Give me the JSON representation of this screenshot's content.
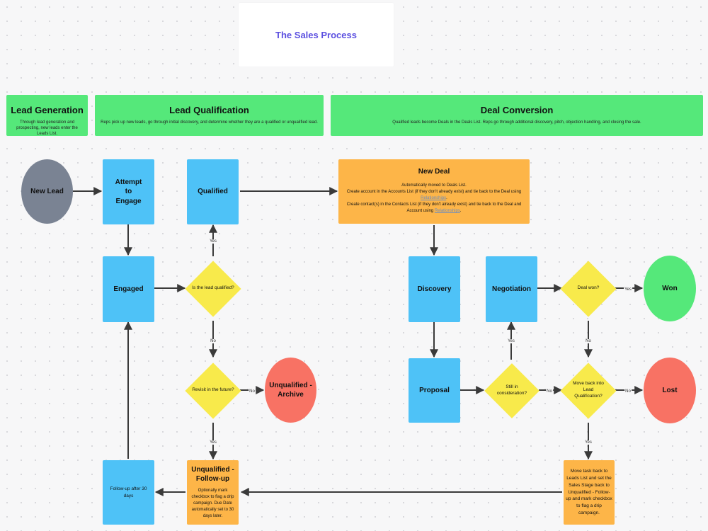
{
  "title": "The Sales Process",
  "sections": {
    "lead_generation": {
      "title": "Lead Generation",
      "description": "Through lead generation and prospecting, new leads enter the Leads List."
    },
    "lead_qualification": {
      "title": "Lead Qualification",
      "description": "Reps pick up new leads, go through initial discovery, and determine whether they are a qualified or unqualified lead."
    },
    "deal_conversion": {
      "title": "Deal Conversion",
      "description": "Qualified leads become Deals in the Deals List. Reps go through additional discovery, pitch, objection handling, and closing the sale."
    }
  },
  "nodes": {
    "new_lead": "New Lead",
    "attempt": "Attempt to Engage",
    "engaged": "Engaged",
    "qualified": "Qualified",
    "is_qualified": "Is the lead qualified?",
    "revisit": "Revisit in the future?",
    "archive": "Unqualified - Archive",
    "ufu_title": "Unqualified - Follow-up",
    "ufu_desc": "Optionally mark checkbox to flag a drip campaign. Due Date automatically set to 30 days later.",
    "followup30": "Follow-up after 30 days",
    "new_deal_title": "New Deal",
    "new_deal_line1": "Automatically moved to Deals List.",
    "new_deal_line2a": "Create account in the Accounts List (if they don't already exist) and tie back to the Deal using",
    "new_deal_line3a": "Create contact(s) in the Contacts List (if they don't already exist) and tie back to the Deal and Account using",
    "new_deal_link": "Relationships",
    "discovery": "Discovery",
    "proposal": "Proposal",
    "negotiation": "Negotiation",
    "still_consideration": "Still in consideration?",
    "deal_won": "Deal won?",
    "move_back": "Move back into Lead Qualification?",
    "won": "Won",
    "lost": "Lost",
    "move_task": "Move task back to Leads List and set the Sales Stage back to Unqualified - Follow-up and mark checkbox to flag a drip campaign."
  },
  "edge_labels": {
    "yes": "Yes",
    "no": "No"
  },
  "colors": {
    "process": "#4ec2f7",
    "decision": "#f8ea4b",
    "action": "#fdb548",
    "header": "#55e87a",
    "start": "#7a8393",
    "terminal_negative": "#f87264",
    "terminal_positive": "#55e87a",
    "title_text": "#5b4fe0",
    "connector": "#3a3a3a"
  }
}
